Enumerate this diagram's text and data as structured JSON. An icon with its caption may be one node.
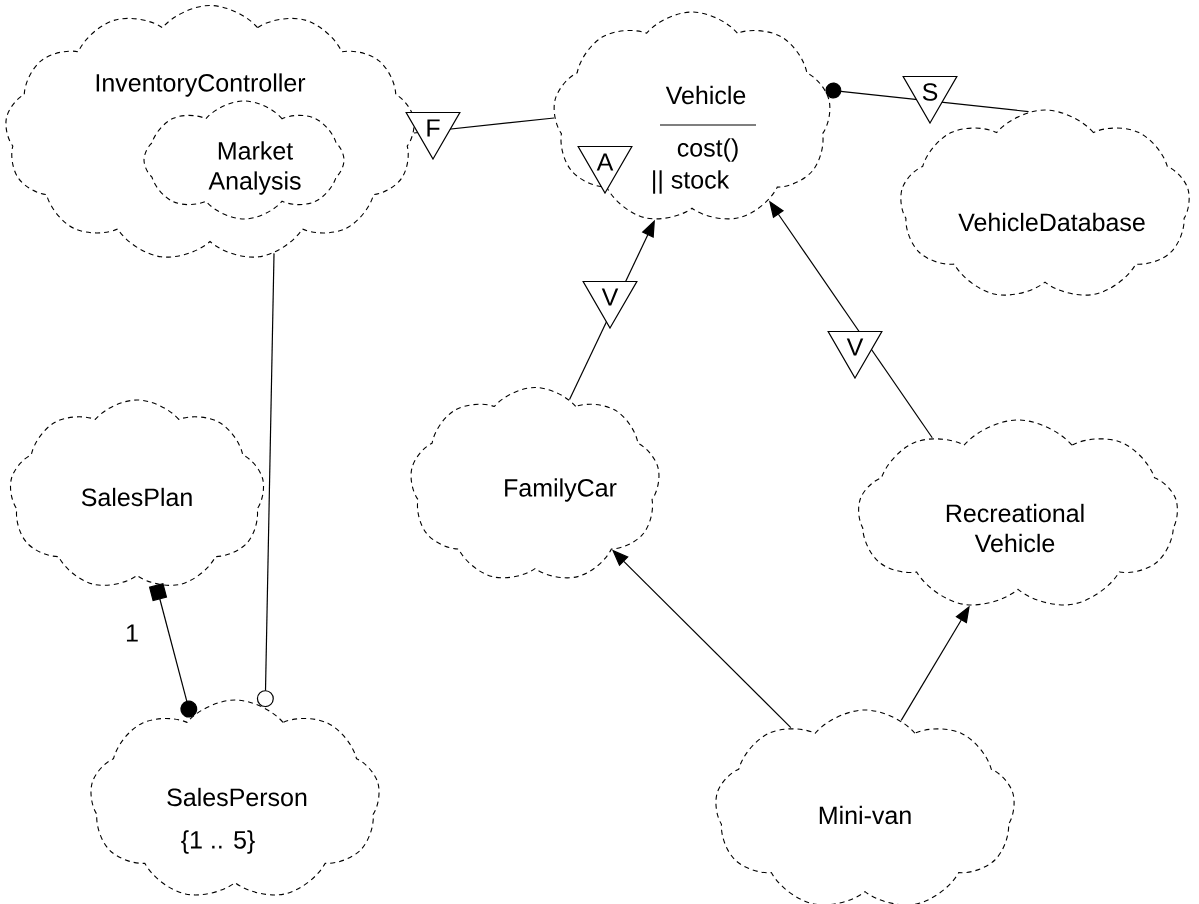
{
  "diagram": {
    "nodes": [
      {
        "text": [
          "InventoryController"
        ]
      },
      {
        "text": [
          "Market Analysis"
        ],
        "in": 0
      },
      {
        "text": [
          "Vehicle",
          "A",
          "cost()",
          "|| stock"
        ]
      },
      {
        "text": [
          "VehicleDatabase"
        ]
      },
      {
        "text": [
          "SalesPlan"
        ]
      },
      {
        "text": [
          "FamilyCar"
        ]
      },
      {
        "text": [
          "Recreational Vehicle"
        ]
      },
      {
        "text": [
          "SalesPerson",
          "{1 .. 5}"
        ]
      },
      {
        "text": [
          "Mini-van"
        ]
      }
    ],
    "edges": [
      {
        "from": 0,
        "to": 2,
        "arrow": "none",
        "label": "F"
      },
      {
        "from": 3,
        "to": 2,
        "arrow": "other",
        "label": "S"
      },
      {
        "from": 5,
        "to": 2,
        "arrow": "to",
        "label": "V"
      },
      {
        "from": 6,
        "to": 2,
        "arrow": "to",
        "label": "V"
      },
      {
        "from": 8,
        "to": 5,
        "arrow": "to"
      },
      {
        "from": 8,
        "to": 6,
        "arrow": "to"
      },
      {
        "from": 4,
        "to": 7,
        "arrow": "other",
        "label": "1"
      },
      {
        "from": 0,
        "to": 7,
        "arrow": "other"
      }
    ]
  }
}
